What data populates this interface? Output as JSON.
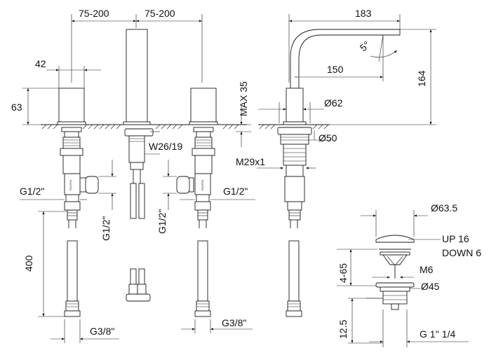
{
  "drawing": {
    "labels": {
      "spacing_left": "75-200",
      "spacing_right": "75-200",
      "handle_width": "42",
      "handle_height": "63",
      "max_deck": "MAX 35",
      "spanner": "W26/19",
      "conn_left": "G1/2\"",
      "conn_right": "G1/2\"",
      "conn_mid_1": "G1/2\"",
      "conn_mid_2": "G1/2\"",
      "hose_length": "400",
      "hose_conn_left": "G3/8\"",
      "hose_conn_right": "G3/8\"",
      "spout_reach": "183",
      "spout_angle": "5°",
      "spout_150": "150",
      "spout_height": "164",
      "dia_62": "Ø62",
      "dia_50": "Ø50",
      "thread_m29": "M29x1",
      "waste_dia": "Ø63.5",
      "waste_up": "UP 16",
      "waste_down": "DOWN 6",
      "waste_range": "4-65",
      "waste_m6": "M6",
      "waste_dia45": "Ø45",
      "waste_12_5": "12.5",
      "waste_thread": "G 1'' 1/4",
      "brand_mark": "FANTINI"
    }
  }
}
